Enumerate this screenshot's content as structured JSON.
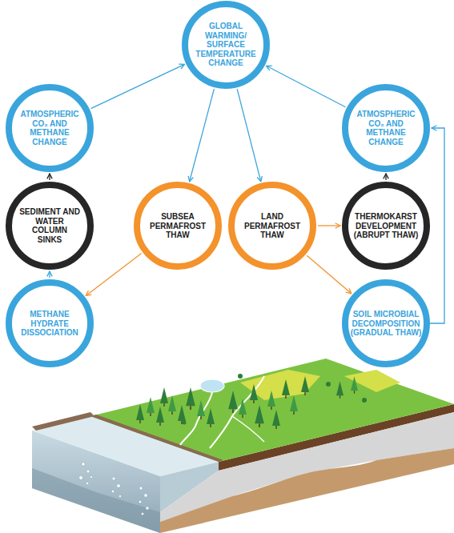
{
  "diagram": {
    "nodes": [
      {
        "text": [
          "GLOBAL WARMING/ SURFACE TEMPERATURE CHANGE"
        ]
      },
      {
        "text": [
          "ATMOSPHERIC CO₂ AND METHANE CHANGE"
        ]
      },
      {
        "text": [
          "ATMOSPHERIC CO₂ AND METHANE CHANGE"
        ]
      },
      {
        "text": [
          "SEDIMENT AND WATER COLUMN SINKS"
        ]
      },
      {
        "text": [
          "SUBSEA PERMAFROST THAW"
        ]
      },
      {
        "text": [
          "LAND PERMAFROST THAW"
        ]
      },
      {
        "text": [
          "THERMOKARST DEVELOPMENT (ABRUPT THAW)"
        ]
      },
      {
        "text": [
          "METHANE HYDRATE DISSOCIATION"
        ]
      },
      {
        "text": [
          "SOIL MICROBIAL DECOMPOSITION (GRADUAL THAW)"
        ]
      }
    ],
    "edges": [
      {
        "from": 1,
        "to": 0,
        "arrow": "to"
      },
      {
        "from": 2,
        "to": 0,
        "arrow": "to"
      },
      {
        "from": 0,
        "to": 4,
        "arrow": "to"
      },
      {
        "from": 0,
        "to": 5,
        "arrow": "to"
      },
      {
        "from": 3,
        "to": 1,
        "arrow": "to"
      },
      {
        "from": 6,
        "to": 2,
        "arrow": "to"
      },
      {
        "from": 4,
        "to": 7,
        "arrow": "to"
      },
      {
        "from": 7,
        "to": 3,
        "arrow": "to"
      },
      {
        "from": 5,
        "to": 6,
        "arrow": "to"
      },
      {
        "from": 5,
        "to": 8,
        "arrow": "to"
      },
      {
        "from": 8,
        "to": 2,
        "arrow": "to"
      }
    ]
  }
}
